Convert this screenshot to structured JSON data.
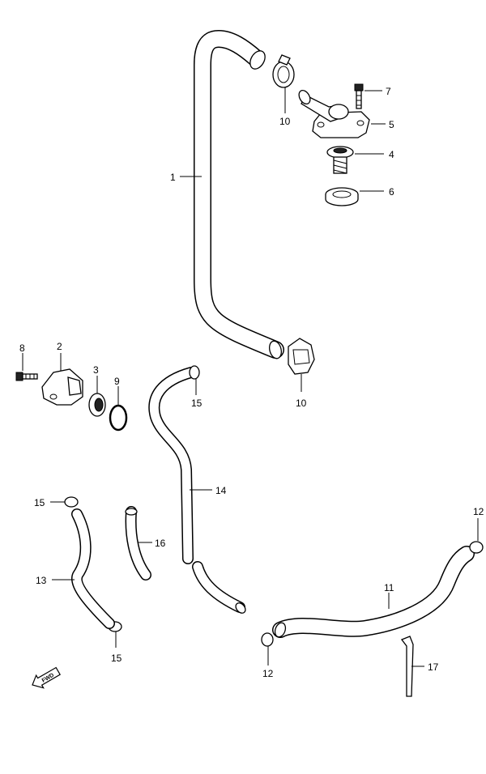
{
  "callouts": {
    "c1": "1",
    "c2": "2",
    "c3": "3",
    "c4": "4",
    "c5": "5",
    "c6": "6",
    "c7": "7",
    "c8": "8",
    "c9": "9",
    "c10a": "10",
    "c10b": "10",
    "c11": "11",
    "c12a": "12",
    "c12b": "12",
    "c13": "13",
    "c14": "14",
    "c15a": "15",
    "c15b": "15",
    "c15c": "15",
    "c16": "16",
    "c17": "17"
  },
  "fwd_label": "FWD"
}
